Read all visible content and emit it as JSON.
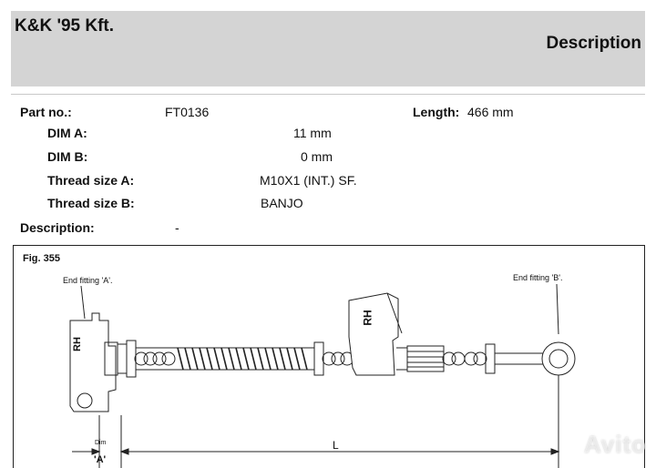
{
  "header": {
    "brand": "K&K '95 Kft.",
    "title": "Description"
  },
  "part": {
    "part_no_label": "Part no.:",
    "part_no_value": "FT0136",
    "length_label": "Length:",
    "length_value": "466 mm",
    "dim_a_label": "DIM A:",
    "dim_a_value": "11 mm",
    "dim_b_label": "DIM B:",
    "dim_b_value": "0 mm",
    "thread_a_label": "Thread size A:",
    "thread_a_value": "M10X1 (INT.) SF.",
    "thread_b_label": "Thread size B:",
    "thread_b_value": "BANJO",
    "description_label": "Description:",
    "description_value": "-"
  },
  "figure": {
    "title": "Fig. 355",
    "end_a_label": "End fitting 'A'.",
    "end_b_label": "End fitting 'B'.",
    "rh_left": "RH",
    "rh_bracket": "RH",
    "dim_label": "Dim",
    "a_marker": "'A'",
    "length_marker": "L"
  },
  "watermark": "Avito"
}
